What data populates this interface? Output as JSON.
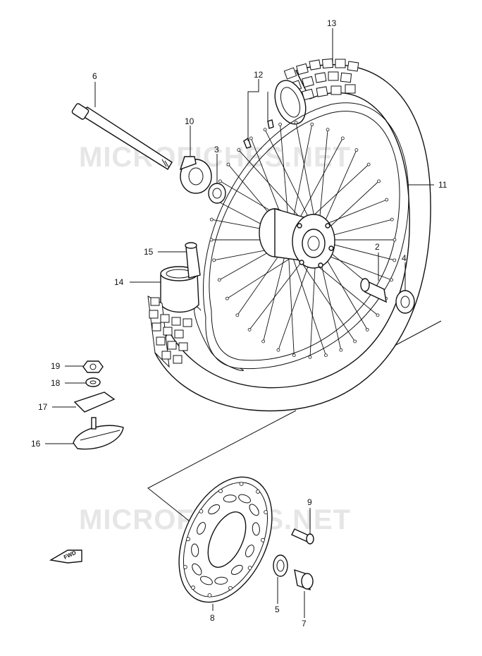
{
  "watermarks": [
    "MICROFICHES.NET",
    "MICROFICHES.NET"
  ],
  "direction_marker": "FWD",
  "callouts": [
    "2",
    "3",
    "4",
    "5",
    "6",
    "7",
    "8",
    "9",
    "10",
    "11",
    "12",
    "13",
    "14",
    "15",
    "16",
    "17",
    "18",
    "19"
  ]
}
